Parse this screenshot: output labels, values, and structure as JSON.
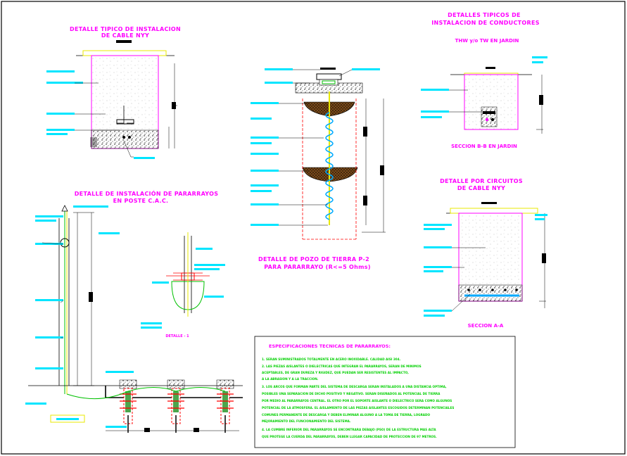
{
  "sheet": {
    "border_color": "#000000",
    "title_color": "#ff00ff",
    "label_color": "#00e5ff",
    "spec_color": "#00d000"
  },
  "details": {
    "cable_nyy": {
      "title_line1": "DETALLE TIPICO DE INSTALACION",
      "title_line2": "DE CABLE NYY"
    },
    "conductores": {
      "title_line1": "DETALLES TIPICOS DE",
      "title_line2": "INSTALACION DE CONDUCTORES",
      "subtitle": "THW y/o TW EN JARDIN",
      "section": "SECCION B-B EN JARDIN"
    },
    "pozo": {
      "title_line1": "DETALLE DE POZO DE TIERRA P-2",
      "title_line2": "PARA PARARRAYO (R<=5 Ohms)"
    },
    "pararrayos": {
      "title_line1": "DETALLE DE INSTALACIÓN DE PARARRAYOS",
      "title_line2": "EN POSTE C.A.C.",
      "detail_mark": "DETALLE - 1"
    },
    "circuitos": {
      "title_line1": "DETALLE POR CIRCUITOS",
      "title_line2": "DE CABLE NYY",
      "section": "SECCION A-A"
    }
  },
  "specs": {
    "title": "ESPECIFICACIONES TECNICAS DE PARARRAYOS:",
    "lines": [
      "1.  SERAN SUMINISTRADOS TOTALMENTE EN ACERO INOXIDABLE. CALIDAD AISI 304.",
      "2.  LAS PIEZAS AISLANTES O DIELECTRICAS QUE INTEGRAN EL PARARRAYOS, SERAN DE MINIMOS",
      "     ACEPTABLES, DE GRAN DUREZA Y RIGIDEZ, QUE PUEDAN SER RESISTENTES AL IMPACTO,",
      "     A LA ABRASION Y A LA TRACCION.",
      "3.  LOS ARCOS QUE FORMAN PARTE DEL SISTEMA DE DESCARGA SERAN INSTALADOS A UNA DISTANCIA OPTIMA,",
      "     POSIBLES UNA SEPARACION DE DICHO POSITIVO Y NEGATIVO.  SERAN DISEÑADOS AL POTENCIAL DE TIERRA",
      "     POR MEDIO AL PARARRAYOS CENTRAL.  EL OTRO POR EL SOPORTE AISLANTE O DIELECTRICO SERA COMO ALGUNOS",
      "     POTENCIAL DE LA ATMOSFERA. EL AISLAMIENTO DE LAS PIEZAS AISLANTES ESCOGIDOS DETERMINAN POTENCIALES",
      "     COMUNES PERMANENTE DE DESCARGA Y DEBEN ELIMINAR ALGUNO A LA TOMA DE TIERRA, LOGRADO",
      "     MEJORAMIENTO DEL FUNCIONAMIENTO DEL SISTEMA.",
      "4.  LA CUMBRE INFERIOR DEL PARARRAYOS SE ENCONTRARA DEBAJO (PSO) DE LA ESTRUCTURA MAS ALTA",
      "     QUE PROTEGE LA CUERDA DEL PARARRAYOS, DEBEN LLEGAR CAPACIDAD DE PROTECCION DE 97 METROS."
    ]
  }
}
